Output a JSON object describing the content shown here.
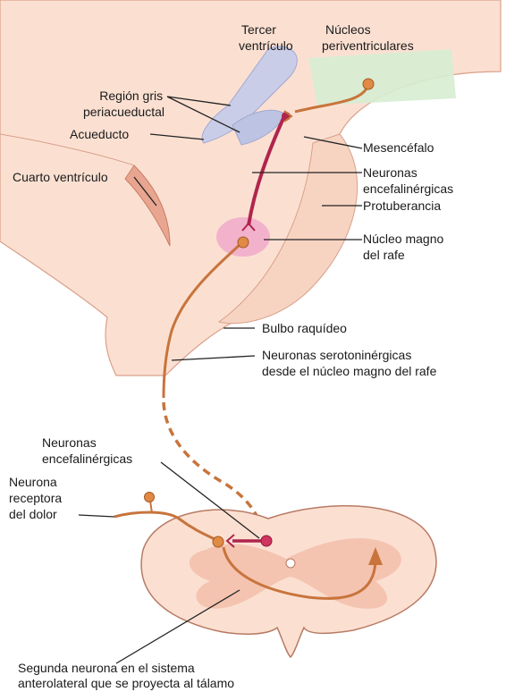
{
  "labels": {
    "tercer_ventriculo": [
      "Tercer",
      "ventrículo"
    ],
    "nucleos_periventriculares": [
      "Núcleos",
      "periventriculares"
    ],
    "region_gris": [
      "Región gris",
      "periacueductal"
    ],
    "acueducto": "Acueducto",
    "mesencefalo": "Mesencéfalo",
    "cuarto_ventriculo": "Cuarto ventrículo",
    "neuronas_encefalinergicas_top": [
      "Neuronas",
      "encefalinérgicas"
    ],
    "protuberancia": "Protuberancia",
    "nucleo_magno": [
      "Núcleo magno",
      "del rafe"
    ],
    "bulbo": "Bulbo raquídeo",
    "neuronas_serotoninergicas": [
      "Neuronas serotoninérgicas",
      "desde el núcleo magno del rafe"
    ],
    "neuronas_encefalinergicas_bottom": [
      "Neuronas",
      "encefalinérgicas"
    ],
    "neurona_receptora": [
      "Neurona",
      "receptora",
      "del dolor"
    ],
    "segunda_neurona": [
      "Segunda neurona en el sistema",
      "anterolateral que se proyecta al tálamo"
    ]
  },
  "colors": {
    "tissue": "#fbe0d2",
    "tissue_dark": "#f4c4b0",
    "ventricle": "#c9cde8",
    "periventricular": "#d6edd2",
    "raphe": "#f3b2cc",
    "fiber": "#c8743c",
    "enkephalin": "#b0254c",
    "outline": "#9a5a44"
  }
}
